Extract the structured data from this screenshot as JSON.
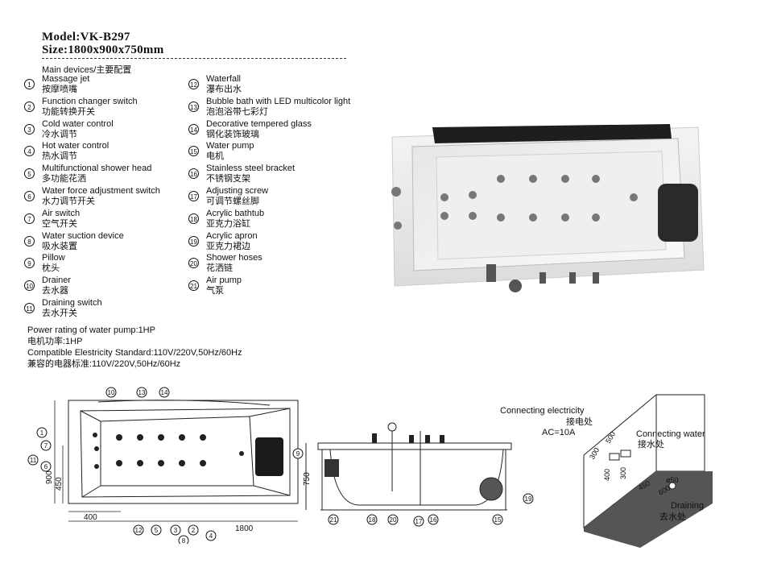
{
  "header": {
    "model": "Model:VK-B297",
    "size": "Size:1800x900x750mm",
    "main_devices": "Main devices/主要配置"
  },
  "devices_left": [
    {
      "n": "1",
      "en": "Massage jet",
      "cn": "按摩喷嘴"
    },
    {
      "n": "2",
      "en": "Function changer switch",
      "cn": "功能转换开关"
    },
    {
      "n": "3",
      "en": "Cold water control",
      "cn": "冷水调节"
    },
    {
      "n": "4",
      "en": "Hot water control",
      "cn": "热水调节"
    },
    {
      "n": "5",
      "en": "Multifunctional shower head",
      "cn": "多功能花洒"
    },
    {
      "n": "6",
      "en": "Water force adjustment switch",
      "cn": "水力调节开关"
    },
    {
      "n": "7",
      "en": "Air switch",
      "cn": "空气开关"
    },
    {
      "n": "8",
      "en": "Water suction device",
      "cn": "吸水装置"
    },
    {
      "n": "9",
      "en": "Pillow",
      "cn": "枕头"
    },
    {
      "n": "10",
      "en": "Drainer",
      "cn": "去水器"
    },
    {
      "n": "11",
      "en": "Draining switch",
      "cn": "去水开关"
    }
  ],
  "devices_right": [
    {
      "n": "12",
      "en": "Waterfall",
      "cn": "瀑布出水"
    },
    {
      "n": "13",
      "en": "Bubble bath with LED multicolor light",
      "cn": "泡泡浴带七彩灯"
    },
    {
      "n": "14",
      "en": "Decorative tempered glass",
      "cn": "钢化装饰玻璃"
    },
    {
      "n": "15",
      "en": "Water pump",
      "cn": "电机"
    },
    {
      "n": "16",
      "en": "Stainless steel bracket",
      "cn": "不锈钢支架"
    },
    {
      "n": "17",
      "en": "Adjusting screw",
      "cn": "可调节螺丝脚"
    },
    {
      "n": "18",
      "en": "Acrylic bathtub",
      "cn": "亚克力浴缸"
    },
    {
      "n": "19",
      "en": "Acrylic apron",
      "cn": "亚克力裙边"
    },
    {
      "n": "20",
      "en": "Shower hoses",
      "cn": "花洒链"
    },
    {
      "n": "21",
      "en": "Air pump",
      "cn": "气泵"
    }
  ],
  "specs": {
    "power_en": "Power rating of water pump:1HP",
    "power_cn": "电机功率:1HP",
    "std_en": "Compatible Elestricity Standard:110V/220V,50Hz/60Hz",
    "std_cn": "兼容的电器标准:110V/220V,50Hz/60Hz"
  },
  "plan": {
    "dim_400": "400",
    "dim_1800": "1800",
    "dim_900": "900",
    "dim_450": "450"
  },
  "side": {
    "dim_750": "750"
  },
  "install": {
    "elec_en": "Connecting electricity",
    "elec_cn": "接电处",
    "ac": "AC=10A",
    "water_en": "Connecting water",
    "water_cn": "接水处",
    "drain_en": "Draining",
    "drain_cn": "去水处",
    "d300a": "300",
    "d500": "500",
    "d400": "400",
    "d300b": "300",
    "d450": "450",
    "d600": "600",
    "d50": "ø50"
  }
}
